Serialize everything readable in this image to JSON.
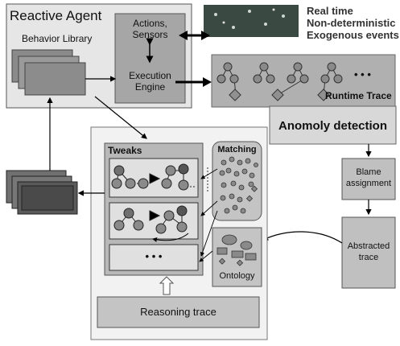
{
  "reactive_agent": {
    "title": "Reactive Agent",
    "behavior_library": "Behavior Library",
    "actions_sensors": "Actions,\nSensors",
    "execution_engine": "Execution\nEngine"
  },
  "environment": {
    "lines": [
      "Real time",
      "Non-deterministic",
      "Exogenous events"
    ]
  },
  "runtime_trace": {
    "label": "Runtime Trace",
    "ellipsis": "• • •"
  },
  "anomaly_detection": "Anomoly detection",
  "blame_assignment": "Blame\nassignment",
  "abstracted_trace": "Abstracted\ntrace",
  "tweaks": {
    "label": "Tweaks",
    "ellipsis": "• • •"
  },
  "matching": "Matching",
  "ontology": "Ontology",
  "reasoning_trace": "Reasoning trace"
}
